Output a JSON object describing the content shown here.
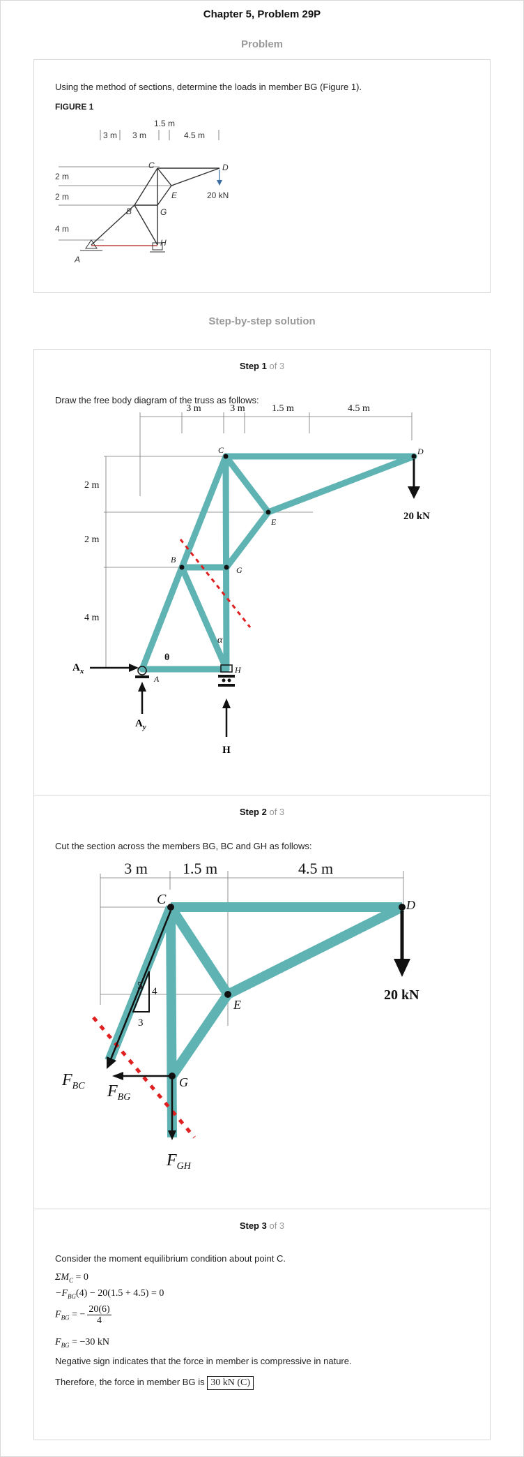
{
  "header": {
    "title": "Chapter 5, Problem 29P"
  },
  "problem": {
    "heading": "Problem",
    "statement": "Using the method of sections, determine the loads in member BG (Figure 1).",
    "figure_label": "FIGURE 1",
    "figure": {
      "dims_top": [
        "3 m",
        "3 m",
        "1.5 m",
        "4.5 m"
      ],
      "dims_left": [
        "2 m",
        "2 m",
        "4 m"
      ],
      "joints": [
        "A",
        "B",
        "C",
        "D",
        "E",
        "G",
        "H"
      ],
      "load": "20 kN"
    }
  },
  "solution": {
    "heading": "Step-by-step solution",
    "of_label": "of 3",
    "step1": {
      "label": "Step 1",
      "text": "Draw the free body diagram of the truss as follows:",
      "diagram": {
        "dims_top": [
          "3 m",
          "3 m",
          "1.5 m",
          "4.5 m"
        ],
        "dims_left": [
          "2 m",
          "2 m",
          "4 m"
        ],
        "joints": [
          "A",
          "B",
          "C",
          "D",
          "E",
          "G",
          "H"
        ],
        "load": "20 kN",
        "reactions": [
          "A",
          "x",
          "A",
          "y",
          "H"
        ],
        "angles": [
          "θ",
          "α"
        ]
      }
    },
    "step2": {
      "label": "Step 2",
      "text": "Cut the section across the members BG, BC and GH as follows:",
      "diagram": {
        "dims_top": [
          "3 m",
          "1.5 m",
          "4.5 m"
        ],
        "joints": [
          "C",
          "E",
          "G",
          "D"
        ],
        "load": "20 kN",
        "triangle": [
          "5",
          "4",
          "3"
        ],
        "forces": [
          {
            "main": "F",
            "sub": "BC"
          },
          {
            "main": "F",
            "sub": "BG"
          },
          {
            "main": "F",
            "sub": "GH"
          }
        ]
      }
    },
    "step3": {
      "label": "Step 3",
      "text": "Consider the moment equilibrium condition about point C.",
      "eq1": "ΣM",
      "eq1_sub": "C",
      "eq1_rhs": " = 0",
      "eq2_pre": "−F",
      "eq2_sub": "BG",
      "eq2_rhs": "(4) − 20(1.5 + 4.5) = 0",
      "eq3_lhs": "F",
      "eq3_sub": "BG",
      "eq3_eq": " = −",
      "eq3_num": "20(6)",
      "eq3_den": "4",
      "eq4_lhs": "F",
      "eq4_sub": "BG",
      "eq4_rhs": " = −30 kN",
      "note": "Negative sign indicates that the force in member is compressive in nature.",
      "conclusion_pre": "Therefore, the force in member BG is",
      "answer": "30 kN (C)"
    }
  }
}
